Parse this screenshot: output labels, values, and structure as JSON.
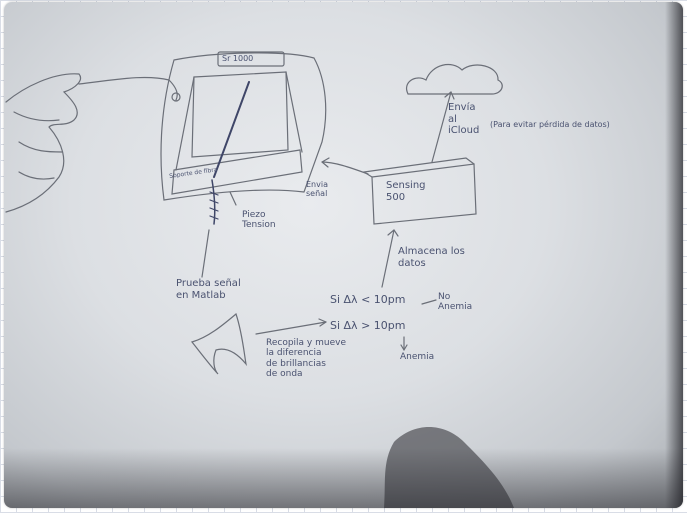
{
  "labels": {
    "device_sign": "Sr 1000",
    "fiber_support": "Soporte de fibra",
    "piezo": "Piezo\nTension",
    "send_ser": "Envia\nseñal",
    "interrogator": "Sensing\n500",
    "send_icloud": "Envía\nal\niCloud",
    "parallel_note": "(Para evitar pérdida de datos)",
    "store_data": "Almacena los\ndatos",
    "matlab_test": "Prueba señal\nen Matlab",
    "cond_no": "Si Δλ < 10pm",
    "no_alarm": "No\nAnemia",
    "cond_yes": "Si Δλ > 10pm",
    "alarm": "Anemia",
    "matlab_note": "Recopila y mueve\nla diferencia\nde brillancias\nde onda"
  },
  "colors": {
    "ink": "#4a5270",
    "pencil": "#6b6f78",
    "paper": "#e6e8eb"
  }
}
